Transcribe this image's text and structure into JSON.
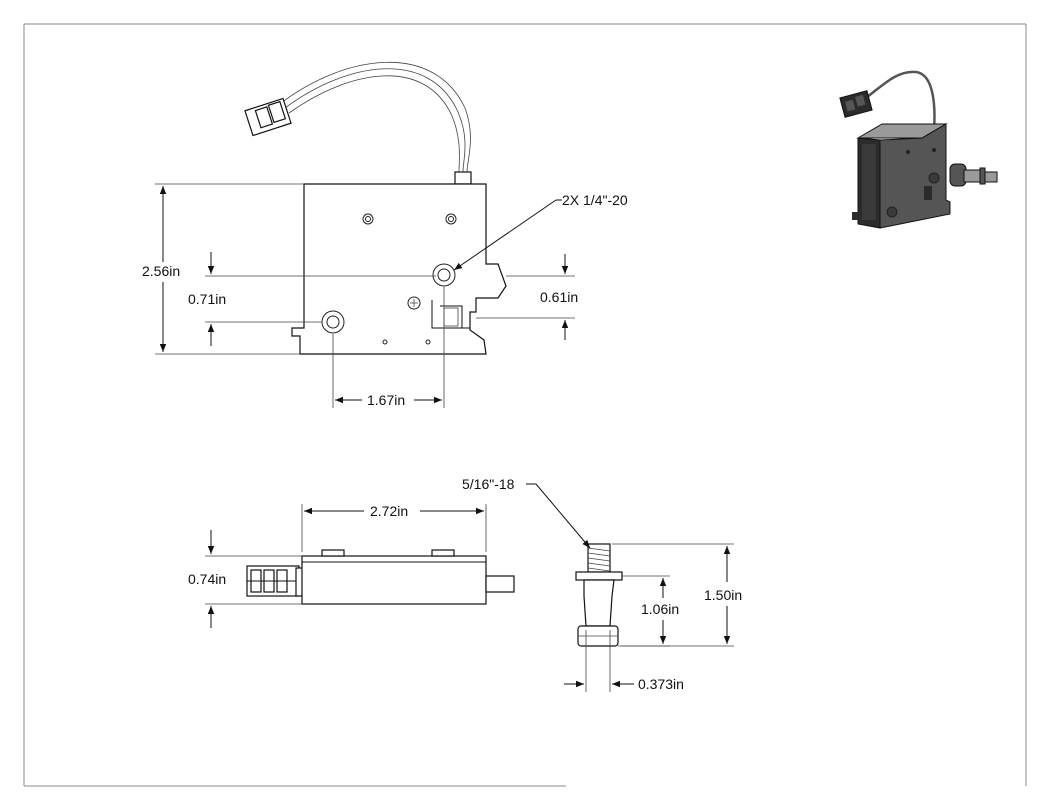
{
  "dimensions": {
    "height_overall": "2.56in",
    "offset_left": "0.71in",
    "offset_right": "0.61in",
    "hole_spacing": "1.67in",
    "thread_callout": "2X 1/4\"-20",
    "body_length": "2.72in",
    "body_thickness": "0.74in",
    "striker_thread": "5/16\"-18",
    "striker_length": "1.50in",
    "striker_shank": "1.06in",
    "striker_diameter": "0.373in"
  },
  "colors": {
    "line": "#111111",
    "frame": "#888888",
    "iso_dark": "#2b2b2b",
    "iso_mid": "#555555",
    "iso_light": "#9a9a9a"
  }
}
